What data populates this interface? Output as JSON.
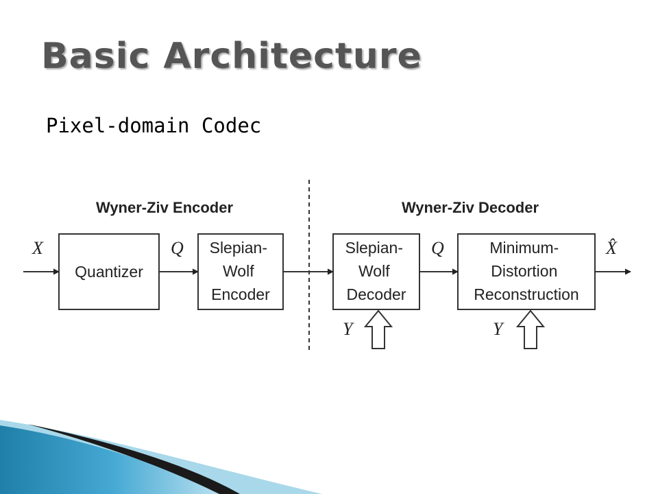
{
  "slide": {
    "title": "Basic Architecture",
    "subtitle": "Pixel-domain Codec"
  },
  "diagram": {
    "encoder_heading": "Wyner-Ziv Encoder",
    "decoder_heading": "Wyner-Ziv Decoder",
    "quantizer": [
      "Quantizer"
    ],
    "sw_encoder": [
      "Slepian-",
      "Wolf",
      "Encoder"
    ],
    "sw_decoder": [
      "Slepian-",
      "Wolf",
      "Decoder"
    ],
    "reconstruction": [
      "Minimum-",
      "Distortion",
      "Reconstruction"
    ],
    "var_input": "X",
    "var_q_encoder": "Q",
    "var_q_decoder": "Q",
    "var_output": "X̂",
    "var_side_info_1": "Y",
    "var_side_info_2": "Y"
  },
  "colors": {
    "title": "#555555",
    "stroke": "#333333",
    "accent_dark": "#1a1a1a",
    "accent_blue": "#2a8fb8",
    "accent_light": "#a8d8ea"
  }
}
